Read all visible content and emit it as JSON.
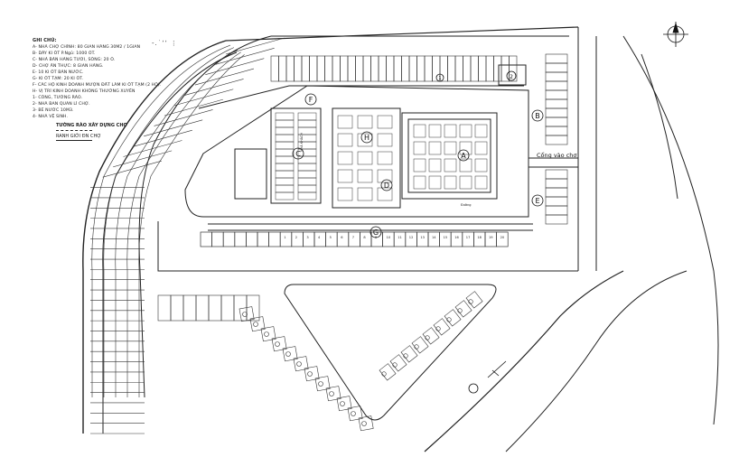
{
  "legend": {
    "title": "GHI CHÚ:",
    "items": [
      "A- NHÀ CHỢ CHÍNH: 80 GIAN HÀNG 30M2 / 1GIAN",
      "B- DÃY KI ỐT P.Ngủ: 1000 ÔT.",
      "C- NHÀ BÁN HÀNG TƯƠI, SỐNG: 20 Ô.",
      "D- CHỢ ĂN THỰC: 8 GIAN HÀNG.",
      "E- 10 KI ỐT BÁN NƯỚC.",
      "G- KI ỐT TẠM: 20 KI ỐT.",
      "F- CÁC HỘ KINH DOANH MƯỢN ĐẤT LÀM KI ỐT TẠM (2 HỘ).",
      "H- VỊ TRÍ KINH DOANH KHÔNG THƯỜNG XUYÊN",
      "1- CỔNG, TƯỜNG RÀO.",
      "2- NHÀ BAN QUẢN LÍ CHỢ.",
      "3- BỂ NƯỚC 10M3.",
      "4- NHÀ VỆ SINH."
    ],
    "fence_label": "TƯỜNG RÀO XÂY DỰNG CHỢ",
    "boundary_label": "RANH GIỚI ĐN CHỢ"
  },
  "scribble": "-.˙ʼʼ ⋮",
  "gate_label": "Cổng vào chợ",
  "zone_letters": [
    "A",
    "B",
    "C",
    "D",
    "E",
    "F",
    "G",
    "H"
  ],
  "kiosk_row_numbers": [
    "1",
    "2",
    "3",
    "4",
    "5",
    "6",
    "7",
    "8",
    "9",
    "10",
    "11",
    "12",
    "13",
    "14",
    "15",
    "16",
    "17",
    "18",
    "19",
    "20"
  ],
  "small_labels": {
    "duong": "Đường",
    "nha_khach": "NHÀ KHÁCH"
  },
  "marks": {
    "one": "1",
    "two": "2"
  }
}
